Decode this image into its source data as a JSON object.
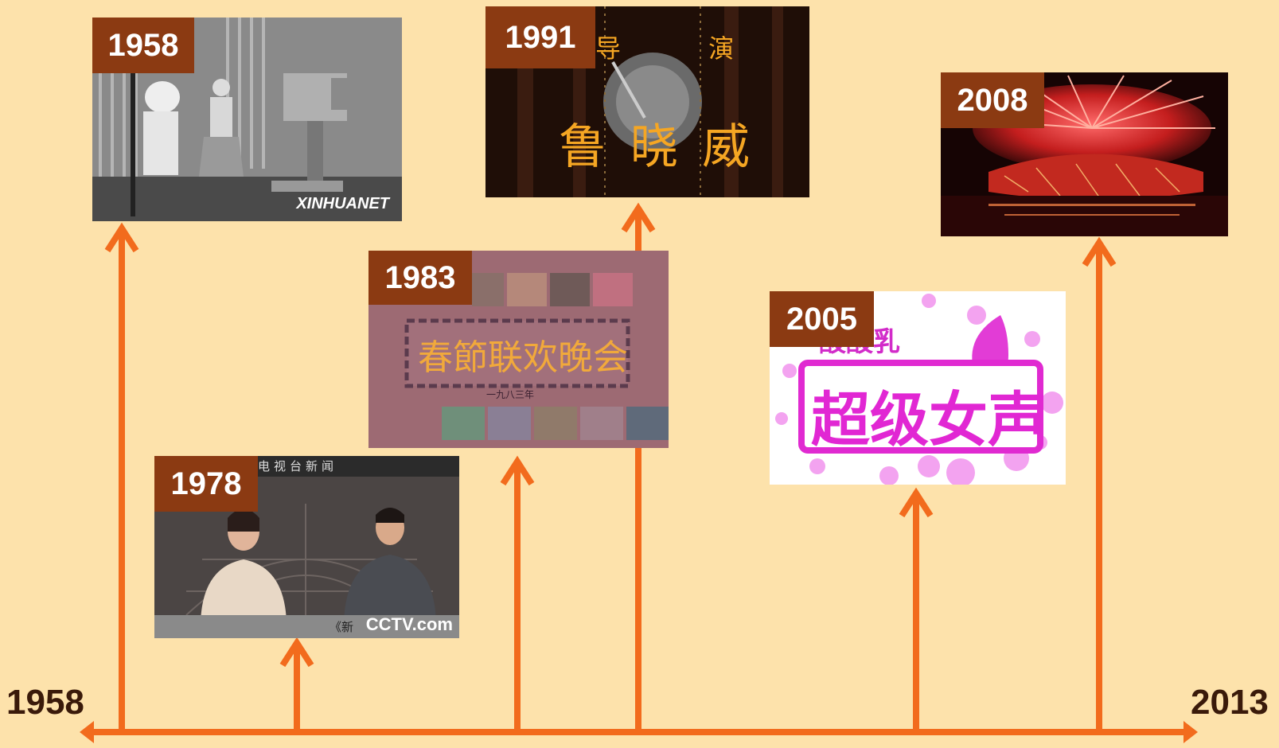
{
  "timeline": {
    "start_label": "1958",
    "end_label": "2013",
    "line_color": "#f26b1d"
  },
  "events": [
    {
      "year": "1958",
      "caption": "XINHUANET",
      "photo": "black-and-white-tv-studio-photo"
    },
    {
      "year": "1978",
      "caption_top": "电视台新闻",
      "caption_bottom": "《新",
      "logo_text": "CCTV.com",
      "photo": "news-anchors-photo"
    },
    {
      "year": "1983",
      "title": "春節联欢晚会",
      "subtitle": "一九八三年",
      "photo": "spring-festival-gala-collage"
    },
    {
      "year": "1991",
      "credit_top": "导 演",
      "credit_name": "鲁晓威",
      "photo": "film-credits-frame"
    },
    {
      "year": "2005",
      "logo_top": "酸酸乳",
      "logo_main": "超级女声",
      "photo": "super-girl-logo"
    },
    {
      "year": "2008",
      "photo": "bird-nest-fireworks-photo"
    }
  ],
  "colors": {
    "background": "#fde2ab",
    "badge": "#8b3a12",
    "arrow": "#f26b1d",
    "end_label": "#3a1a0a"
  }
}
